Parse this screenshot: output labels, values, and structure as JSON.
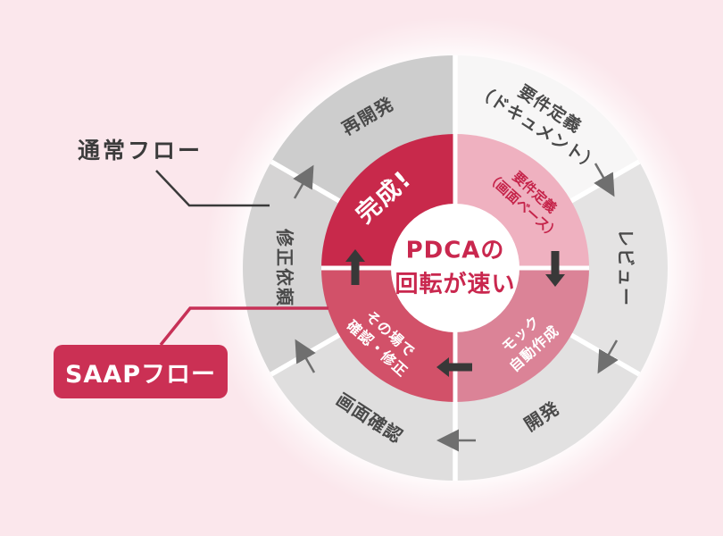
{
  "callouts": {
    "normal": "通常フロー",
    "saap": "SAAPフロー"
  },
  "center": {
    "line1": "PDCAの",
    "line2": "回転が速い"
  },
  "outer": {
    "redevelopment": {
      "label": "再開発"
    },
    "requirements_doc": {
      "line1": "要件定義",
      "line2": "（ドキュメント）"
    },
    "review": {
      "label": "レビュー"
    },
    "development": {
      "label": "開発"
    },
    "screen_check": {
      "label": "画面確認"
    },
    "fix_request": {
      "label": "修正依頼"
    }
  },
  "inner": {
    "done": {
      "label": "完成!"
    },
    "requirements_screen": {
      "line1": "要件定義",
      "line2": "（画面ベース）"
    },
    "mock": {
      "line1": "モック",
      "line2": "自動作成"
    },
    "onspot": {
      "line1": "その場で",
      "line2": "確認・修正"
    }
  },
  "colors": {
    "background": "#fbe7ec",
    "accent_red": "#c8294b",
    "done_segment": "#c8294b",
    "onspot_segment": "#d25169",
    "mock_segment": "#db8397",
    "requirements_screen_segment": "#efb1c0",
    "requirements_doc_segment": "#f7f6f6",
    "redevelopment_segment": "#cdcdcd",
    "review_segment": "#e4e3e3",
    "development_segment": "#e2e1e1",
    "screen_check_segment": "#dfdede",
    "fix_request_segment": "#d5d4d4",
    "inner_text_red": "#c5244a",
    "center_text": "#c9274e",
    "outer_text": "#4a4a4a",
    "callout_text": "#3b3b3b",
    "dark_arrow": "#383838",
    "gray_arrow": "#6f6f6f",
    "normal_connector": "#3a3a3a",
    "saap_connector": "#c73157",
    "saap_badge_bg": "#cb3054"
  }
}
